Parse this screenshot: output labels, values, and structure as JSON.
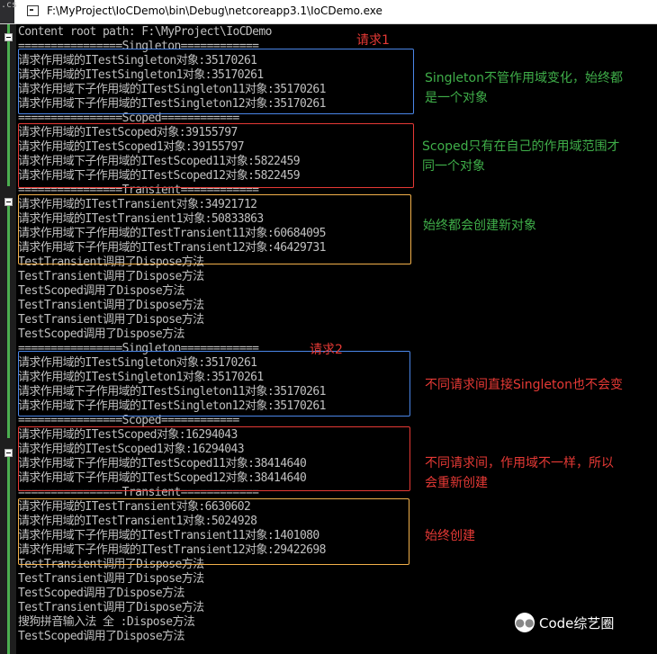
{
  "window": {
    "tab_fragment": ".cs",
    "title": "F:\\MyProject\\IoCDemo\\bin\\Debug\\netcoreapp3.1\\IoCDemo.exe"
  },
  "console": {
    "lines": [
      "      Content root path: F:\\MyProject\\IoCDemo",
      "================Singleton============",
      "请求作用域的ITestSingleton对象:35170261",
      "请求作用域的ITestSingleton1对象:35170261",
      "请求作用域下子作用域的ITestSingleton11对象:35170261",
      "请求作用域下子作用域的ITestSingleton12对象:35170261",
      "================Scoped============",
      "请求作用域的ITestScoped对象:39155797",
      "请求作用域的ITestScoped1对象:39155797",
      "请求作用域下子作用域的ITestScoped11对象:5822459",
      "请求作用域下子作用域的ITestScoped12对象:5822459",
      "================Transient============",
      "请求作用域的ITestTransient对象:34921712",
      "请求作用域的ITestTransient1对象:50833863",
      "请求作用域下子作用域的ITestTransient11对象:60684095",
      "请求作用域下子作用域的ITestTransient12对象:46429731",
      "TestTransient调用了Dispose方法",
      "TestTransient调用了Dispose方法",
      "TestScoped调用了Dispose方法",
      "TestTransient调用了Dispose方法",
      "TestTransient调用了Dispose方法",
      "TestScoped调用了Dispose方法",
      "================Singleton============",
      "请求作用域的ITestSingleton对象:35170261",
      "请求作用域的ITestSingleton1对象:35170261",
      "请求作用域下子作用域的ITestSingleton11对象:35170261",
      "请求作用域下子作用域的ITestSingleton12对象:35170261",
      "================Scoped============",
      "请求作用域的ITestScoped对象:16294043",
      "请求作用域的ITestScoped1对象:16294043",
      "请求作用域下子作用域的ITestScoped11对象:38414640",
      "请求作用域下子作用域的ITestScoped12对象:38414640",
      "================Transient============",
      "请求作用域的ITestTransient对象:6630602",
      "请求作用域的ITestTransient1对象:5024928",
      "请求作用域下子作用域的ITestTransient11对象:1401080",
      "请求作用域下子作用域的ITestTransient12对象:29422698",
      "TestTransient调用了Dispose方法",
      "TestTransient调用了Dispose方法",
      "TestScoped调用了Dispose方法",
      "TestTransient调用了Dispose方法",
      "搜狗拼音输入法 全 :Dispose方法",
      "TestScoped调用了Dispose方法"
    ]
  },
  "annotations": {
    "request1": "请求1",
    "request2": "请求2",
    "singleton_note_1": "Singleton不管作用域变化，始终都",
    "singleton_note_2": "是一个对象",
    "scoped_note_1": "Scoped只有在自己的作用域范围才",
    "scoped_note_2": "同一个对象",
    "transient_note": "始终都会创建新对象",
    "singleton2_note": "不同请求间直接Singleton也不会变",
    "scoped2_note_1": "不同请求间，作用域不一样，所以",
    "scoped2_note_2": "会重新创建",
    "transient2_note": "始终创建"
  },
  "watermark": {
    "text": "Code综艺圈"
  },
  "colors": {
    "green_note": "#3fae49",
    "red_note": "#e53935",
    "blue_box": "#4a86e8",
    "red_box": "#e53935",
    "orange_box": "#f2b04a"
  }
}
